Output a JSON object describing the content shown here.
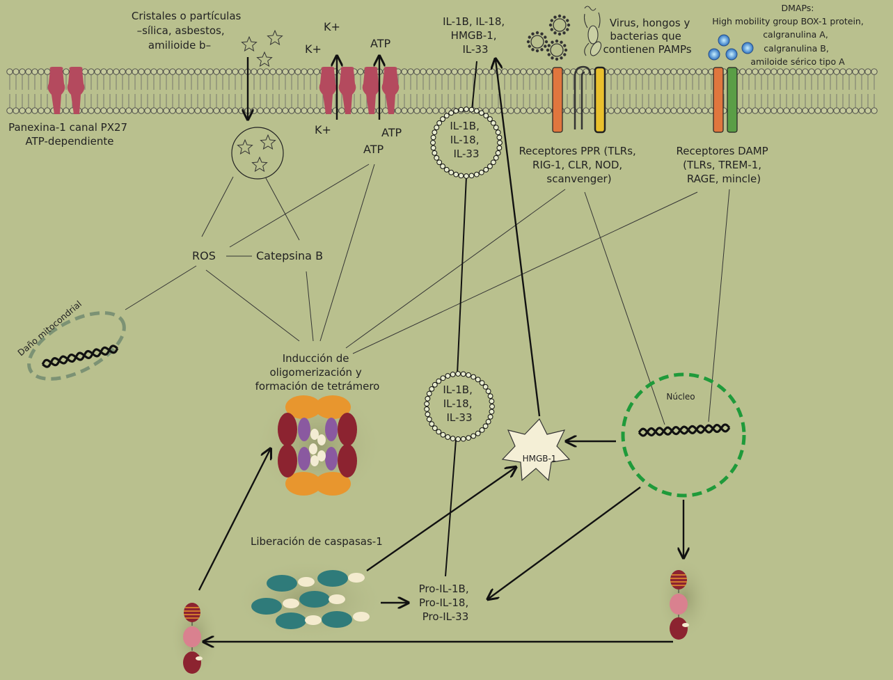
{
  "labels": {
    "cristales": [
      "Cristales o partículas",
      "–sílica, asbestos,",
      "amilioide b–"
    ],
    "panexina": [
      "Panexina-1 canal PX27",
      "ATP-dependiente"
    ],
    "k_top_1": "K+",
    "k_top_2": "K+",
    "atp_top": "ATP",
    "k_bottom": "K+",
    "atp_bottom_1": "ATP",
    "atp_bottom_2": "ATP",
    "released_ils": [
      "IL-1B, IL-18,",
      "HMGB-1,",
      "IL-33"
    ],
    "vesicle_1": [
      "IL-1B,",
      "IL-18,",
      "IL-33"
    ],
    "vesicle_2": [
      "IL-1B,",
      "IL-18,",
      "IL-33"
    ],
    "pathogens": [
      "Virus, hongos y",
      "bacterias que",
      "contienen PAMPs"
    ],
    "dmaps": [
      "DMAPs:",
      "High mobility group BOX-1 protein,",
      "calgranulina A,",
      "calgranulina B,",
      "amiloide sérico tipo A"
    ],
    "ppr": [
      "Receptores PPR (TLRs,",
      "RIG-1, CLR, NOD,",
      "scanvenger)"
    ],
    "damp": [
      "Receptores DAMP",
      "(TLRs, TREM-1,",
      "RAGE, mincle)"
    ],
    "ros": "ROS",
    "catepsina": "Catepsina B",
    "mito": "Daño mitocondrial",
    "induccion": [
      "Inducción de",
      "oligomerización y",
      "formación de tetrámero"
    ],
    "hmgb1": "HMGB-1",
    "nucleo": "Núcleo",
    "caspasas": "Liberación de caspasas-1",
    "pro_il": [
      "Pro-IL-1B,",
      "Pro-IL-18,",
      "Pro-IL-33"
    ]
  },
  "colors": {
    "background": "#b9c08e",
    "membrane_head": "#c7cc9e",
    "channel": "#b44a5e",
    "receptor_orange": "#e0763e",
    "receptor_green": "#5a9e46",
    "receptor_yellow": "#e9c02d",
    "nucleus_border": "#1f9a3a",
    "mito_border": "#7c9274",
    "inflammasome_orange": "#e8962e",
    "inflammasome_red": "#8c2330",
    "inflammasome_purple": "#8a59a0",
    "inflammasome_cream": "#f3ecd3",
    "caspase_teal": "#2f7b7a",
    "caspase_cream": "#f4ebcf",
    "dmap_blue": "#3f8fd2"
  },
  "icons": [
    "star-particle-icon",
    "virus-icon",
    "bacteria-icon",
    "dmap-molecule-icon",
    "dna-helix-icon",
    "hmgb1-star-icon"
  ]
}
